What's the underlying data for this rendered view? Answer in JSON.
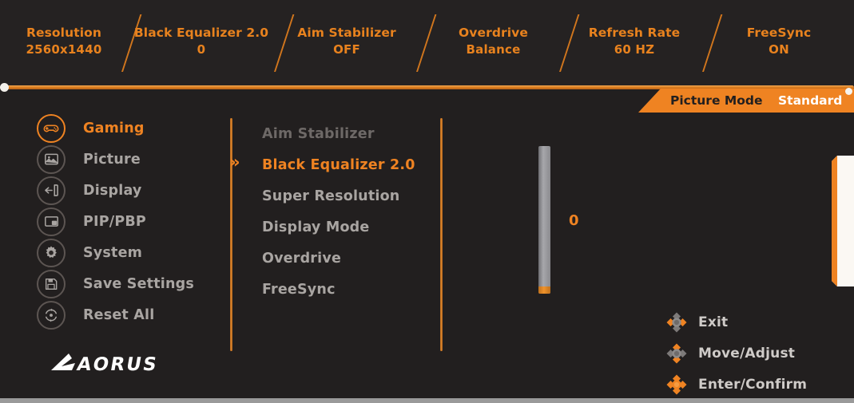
{
  "status_bar": {
    "items": [
      {
        "label": "Resolution",
        "value": "2560x1440"
      },
      {
        "label": "Black Equalizer 2.0",
        "value": "0"
      },
      {
        "label": "Aim Stabilizer",
        "value": "OFF"
      },
      {
        "label": "Overdrive",
        "value": "Balance"
      },
      {
        "label": "Refresh Rate",
        "value": "60 HZ"
      },
      {
        "label": "FreeSync",
        "value": "ON"
      }
    ]
  },
  "picture_mode": {
    "label": "Picture Mode",
    "value": "Standard"
  },
  "sidebar": {
    "items": [
      {
        "label": "Gaming",
        "icon": "gamepad-icon",
        "active": true
      },
      {
        "label": "Picture",
        "icon": "image-icon",
        "active": false
      },
      {
        "label": "Display",
        "icon": "input-icon",
        "active": false
      },
      {
        "label": "PIP/PBP",
        "icon": "pip-icon",
        "active": false
      },
      {
        "label": "System",
        "icon": "gear-icon",
        "active": false
      },
      {
        "label": "Save Settings",
        "icon": "floppy-icon",
        "active": false
      },
      {
        "label": "Reset All",
        "icon": "reset-icon",
        "active": false
      }
    ],
    "logo_text": "AORUS"
  },
  "submenu": {
    "chevron": "»",
    "items": [
      {
        "label": "Aim Stabilizer",
        "state": "disabled"
      },
      {
        "label": "Black Equalizer 2.0",
        "state": "active"
      },
      {
        "label": "Super Resolution",
        "state": "normal"
      },
      {
        "label": "Display Mode",
        "state": "normal"
      },
      {
        "label": "Overdrive",
        "state": "normal"
      },
      {
        "label": "FreeSync",
        "state": "normal"
      }
    ]
  },
  "slider": {
    "value": "0",
    "fill_percent": 5
  },
  "nav_hints": [
    {
      "label": "Exit",
      "icon": "dpad-horizontal-icon"
    },
    {
      "label": "Move/Adjust",
      "icon": "dpad-vertical-icon"
    },
    {
      "label": "Enter/Confirm",
      "icon": "dpad-center-icon"
    }
  ],
  "colors": {
    "accent_orange": "#ef8322",
    "background": "#221f1f",
    "status_bg": "#252222",
    "text_grey": "#a9a5a2",
    "text_disabled": "#6e6967",
    "white": "#ffffff"
  }
}
